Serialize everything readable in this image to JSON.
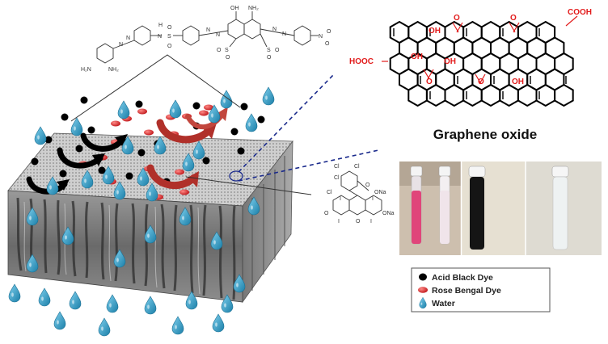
{
  "graphene_oxide": {
    "title": "Graphene oxide",
    "groups": {
      "cooh_top_right": "COOH",
      "hooc_left": "HOOC",
      "oh_top": "OH",
      "oh_mid_a": "OH",
      "oh_mid_b": "OH",
      "oh_bottom": "OH",
      "o_ep1": "O",
      "o_ep2": "O",
      "o_ep3": "O",
      "o_ep4": "O"
    }
  },
  "acid_black_structure": {
    "labels": {
      "n_a": "N",
      "n_b": "N",
      "nh_top": "H",
      "nh_n": "N",
      "s_top": "S",
      "o_top1": "O",
      "o_top2": "O",
      "n_c": "N",
      "n_d": "N",
      "oh": "OH",
      "nh2_top": "NH₂",
      "n_e": "N",
      "n_f": "N",
      "no2": "N",
      "no2_o1": "O",
      "no2_o2": "O",
      "s_b1": "S",
      "s_b2": "S",
      "o_b1": "O",
      "o_b2": "O",
      "o_b3": "O",
      "o_b4": "O",
      "h2n": "H₂N",
      "nh2_bottom": "NH₂"
    }
  },
  "rose_bengal_structure": {
    "labels": {
      "cl1": "Cl",
      "cl2": "Cl",
      "cl3": "Cl",
      "cl4": "Cl",
      "ona_top": "ONa",
      "o_carb": "O",
      "i1": "I",
      "i2": "I",
      "i3": "I",
      "i4": "I",
      "o_ring": "O",
      "o_ketone": "O",
      "ona_bottom": "ONa"
    }
  },
  "legend": {
    "items": [
      {
        "label": "Acid Black Dye",
        "icon": "black-dot-icon",
        "color": "#000000"
      },
      {
        "label": "Rose Bengal Dye",
        "icon": "red-ellipse-icon",
        "color": "#d8262a"
      },
      {
        "label": "Water",
        "icon": "water-drop-icon",
        "color": "#2a9fc9"
      }
    ]
  },
  "colors": {
    "water": "#2a9fc9",
    "rose_bengal": "#d8262a",
    "acid_black": "#000000",
    "arrow_red": "#b0302a",
    "dashed_line": "#1a2a8c"
  }
}
